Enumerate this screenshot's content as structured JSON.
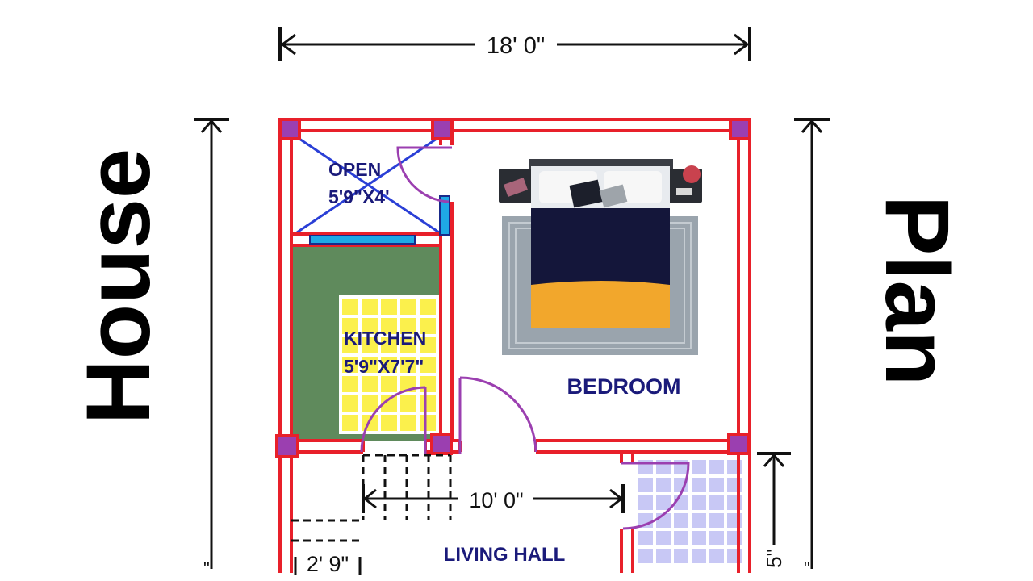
{
  "title_left": "House",
  "title_right": "Plan",
  "dimensions": {
    "top_width": "18' 0\"",
    "hall_width": "10' 0\"",
    "stair_width": "2' 9\"",
    "right_partial": "5\""
  },
  "rooms": {
    "open": {
      "name": "OPEN",
      "size": "5'9\"X4'"
    },
    "kitchen": {
      "name": "KITCHEN",
      "size": "5'9\"X7'7\""
    },
    "bedroom": {
      "name": "BEDROOM"
    },
    "living": {
      "name": "LIVING HALL"
    }
  },
  "colors": {
    "wall": "#e8202a",
    "column": "#9b3fb0",
    "door": "#9b3fb0",
    "window": "#1fa9e6",
    "open_cross": "#2a3fd6",
    "kitchen_floor": "#5f8a5c",
    "kitchen_tile": "#fbf04c",
    "bath_tile": "#c8c8f5",
    "bed_cover": "#14163a",
    "bed_blanket": "#f2a72c",
    "rug": "#9aa4ad"
  }
}
